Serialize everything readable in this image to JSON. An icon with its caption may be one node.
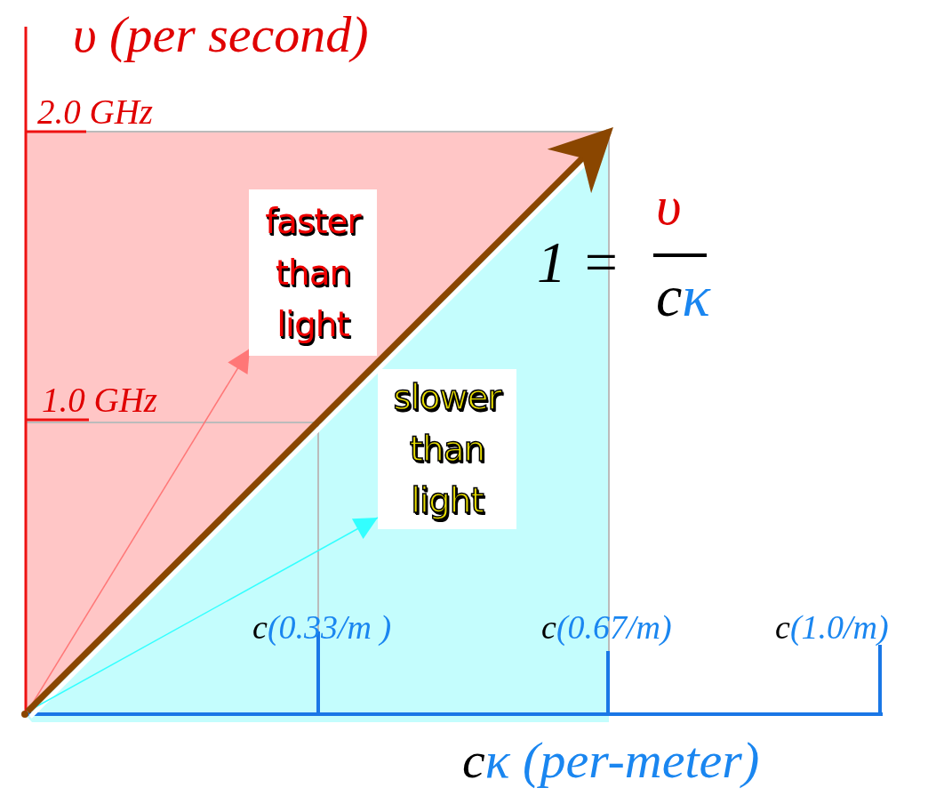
{
  "diagram": {
    "nodes": [
      {
        "text": [
          "faster than light"
        ]
      },
      {
        "text": [
          "slower than light"
        ]
      },
      {
        "text": [],
        "shape": "point"
      }
    ],
    "edges": [
      {
        "from": 2,
        "to": 0,
        "arrow": "to",
        "color": "#ff7777"
      },
      {
        "from": 2,
        "to": 1,
        "arrow": "to",
        "color": "#33ffff"
      },
      {
        "from": 2,
        "to": null,
        "arrow": "to",
        "style": "thick",
        "color": "#8a4600"
      }
    ],
    "labels": [
      "υ (per second)",
      "2.0 GHz",
      "1.0 GHz",
      "1 =",
      "υ",
      "c",
      "κ",
      "c",
      "(0.33/m )",
      "c",
      "(0.67/m)",
      "c",
      "(1.0/m)",
      "c",
      "κ (per-meter)"
    ]
  }
}
